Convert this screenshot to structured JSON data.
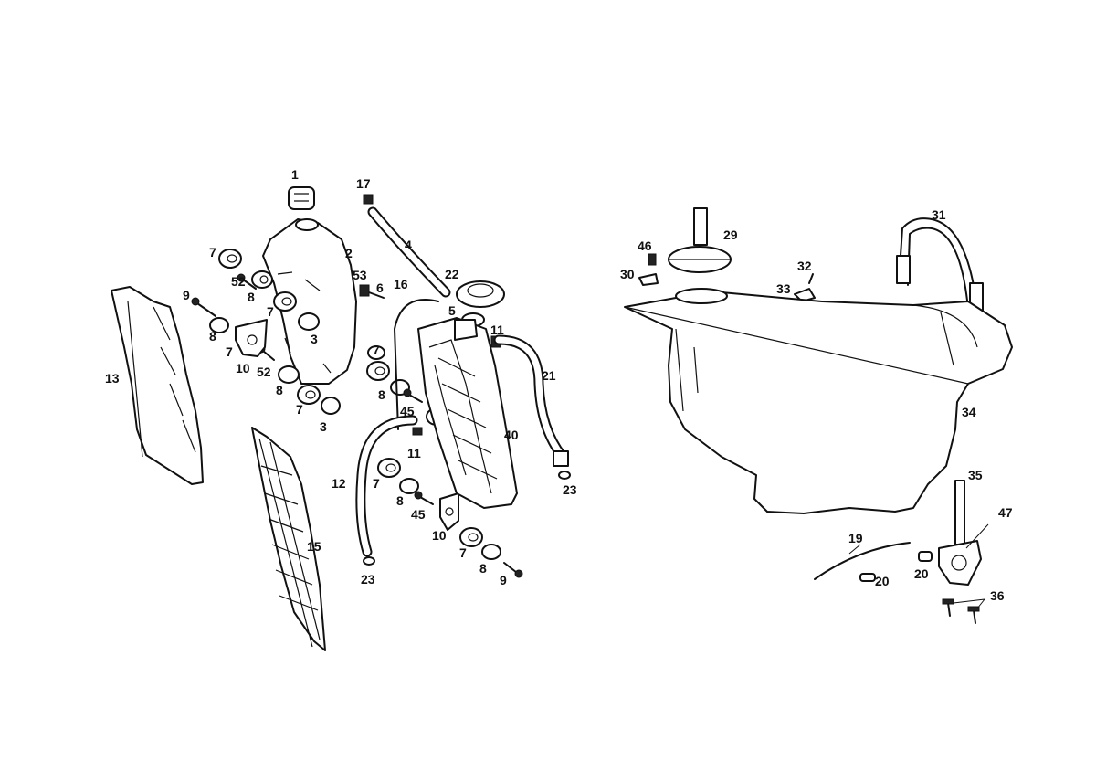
{
  "diagram": {
    "labels": [
      "1",
      "2",
      "3",
      "3",
      "4",
      "5",
      "6",
      "7",
      "7",
      "7",
      "7",
      "7",
      "7",
      "7",
      "8",
      "8",
      "8",
      "8",
      "8",
      "8",
      "9",
      "9",
      "10",
      "10",
      "11",
      "11",
      "12",
      "13",
      "15",
      "16",
      "17",
      "19",
      "20",
      "20",
      "21",
      "22",
      "23",
      "23",
      "29",
      "30",
      "31",
      "32",
      "33",
      "34",
      "35",
      "36",
      "40",
      "45",
      "45",
      "46",
      "47",
      "52",
      "52",
      "53"
    ]
  }
}
